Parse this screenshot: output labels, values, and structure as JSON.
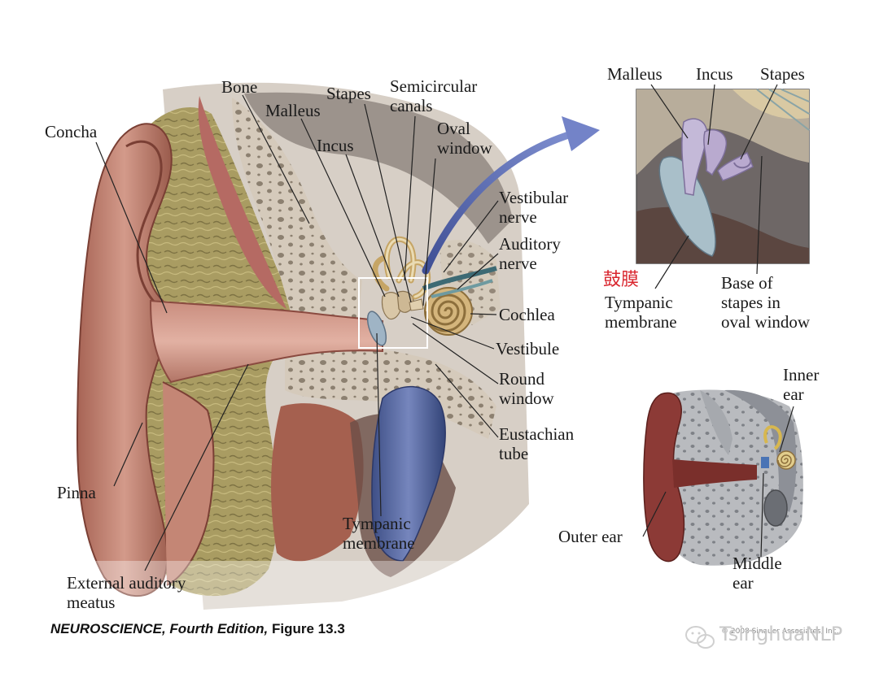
{
  "labels": {
    "bone": "Bone",
    "stapes": "Stapes",
    "semicircular_line1": "Semicircular",
    "semicircular_line2": "canals",
    "malleus": "Malleus",
    "concha": "Concha",
    "incus": "Incus",
    "oval_line1": "Oval",
    "oval_line2": "window",
    "vestibular_line1": "Vestibular",
    "vestibular_line2": "nerve",
    "auditory_line1": "Auditory",
    "auditory_line2": "nerve",
    "cochlea": "Cochlea",
    "vestibule": "Vestibule",
    "round_line1": "Round",
    "round_line2": "window",
    "eustachian_line1": "Eustachian",
    "eustachian_line2": "tube",
    "pinna": "Pinna",
    "tympanic_line1": "Tympanic",
    "tympanic_line2": "membrane",
    "ext_meatus_line1": "External auditory",
    "ext_meatus_line2": "meatus"
  },
  "inset_top": {
    "malleus": "Malleus",
    "incus": "Incus",
    "stapes": "Stapes",
    "chinese_label": "鼓膜",
    "tympanic_line1": "Tympanic",
    "tympanic_line2": "membrane",
    "base_line1": "Base of",
    "base_line2": "stapes in",
    "base_line3": "oval window"
  },
  "inset_bottom": {
    "inner_line1": "Inner",
    "inner_line2": "ear",
    "outer_ear": "Outer ear",
    "middle_line1": "Middle",
    "middle_line2": "ear"
  },
  "caption": {
    "title": "NEUROSCIENCE,",
    "edition": "Fourth Edition,",
    "figure": "Figure 13.3"
  },
  "copyright": "© 2008 Sinauer Associates, Inc.",
  "watermark": "TsinghuaNLP",
  "colors": {
    "skin": "#b9786a",
    "skin_dark": "#8a4a40",
    "bone": "#cfc3b3",
    "tissue": "#a89a5e",
    "arrow": "#5566a8",
    "chinese_label": "#d9262e"
  }
}
